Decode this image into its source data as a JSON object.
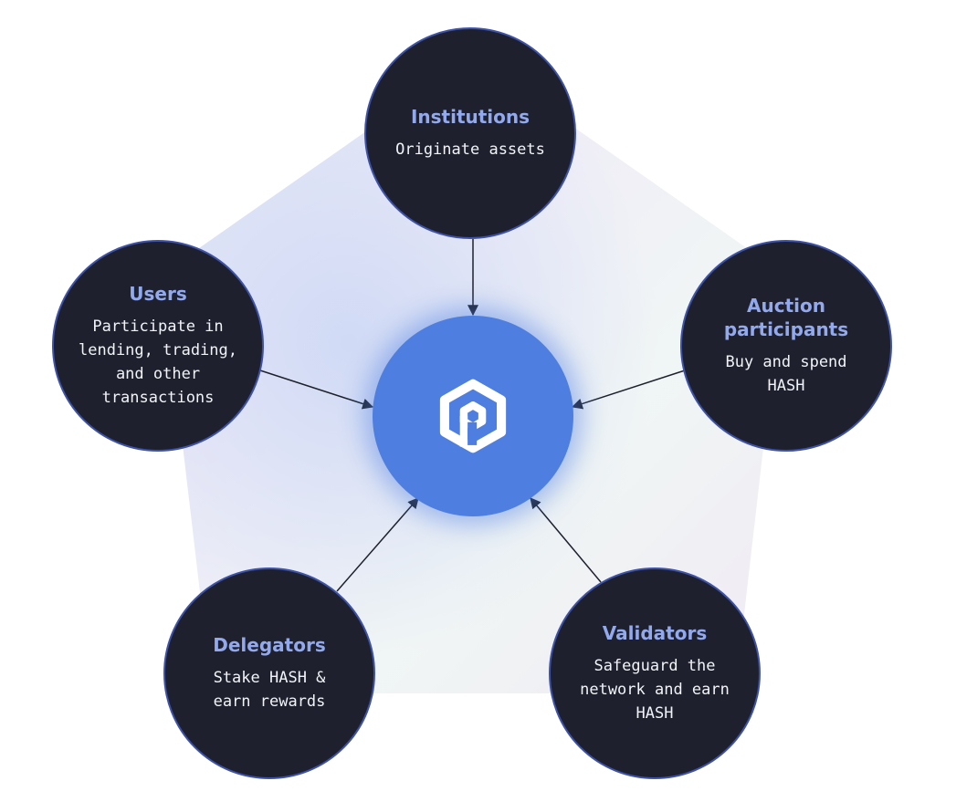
{
  "hub": {
    "icon": "provenance-hexagon-logo-icon",
    "color": "#4e7fe0"
  },
  "nodes": [
    {
      "id": "institutions",
      "title": "Institutions",
      "description": "Originate assets"
    },
    {
      "id": "users",
      "title": "Users",
      "description": "Participate in\nlending, trading,\nand other\ntransactions"
    },
    {
      "id": "auction_participants",
      "title": "Auction\nparticipants",
      "description": "Buy and spend\nHASH"
    },
    {
      "id": "delegators",
      "title": "Delegators",
      "description": "Stake HASH &\nearn rewards"
    },
    {
      "id": "validators",
      "title": "Validators",
      "description": "Safeguard the\nnetwork and earn\nHASH"
    }
  ],
  "colors": {
    "node_fill": "#1e212d",
    "node_border": "#3d52a8",
    "title_text": "#93a9ee",
    "body_text": "#f2f3f7",
    "arrow": "#1e212d"
  }
}
